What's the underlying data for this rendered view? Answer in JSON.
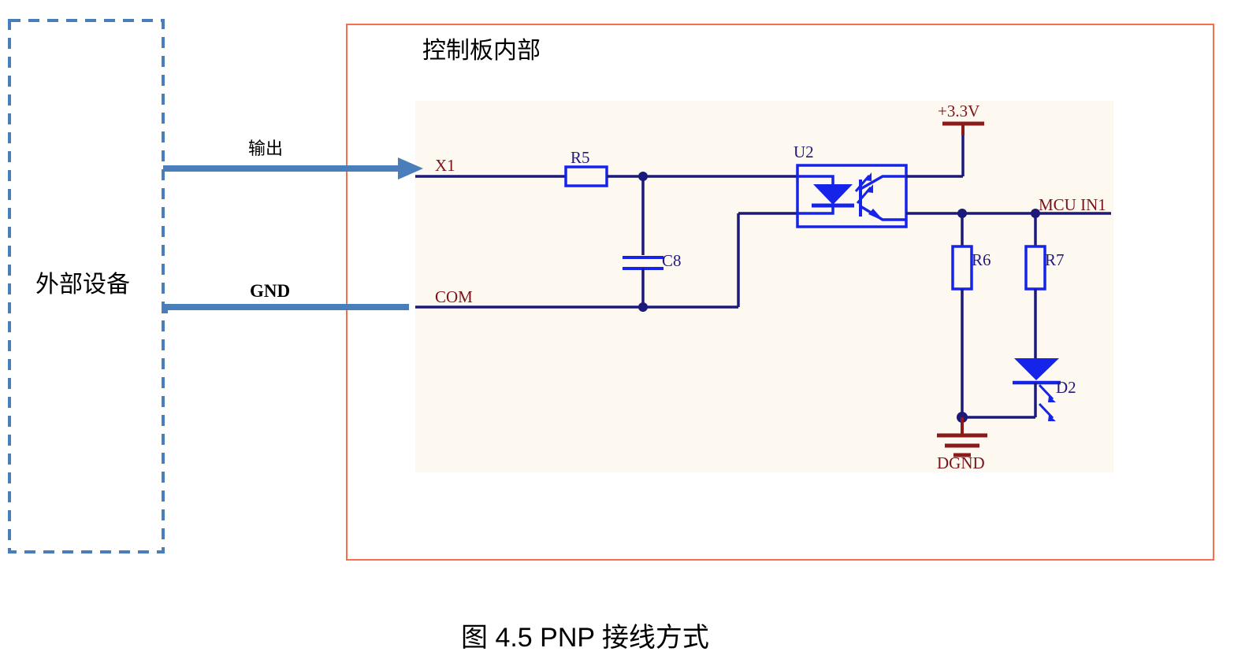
{
  "figure": {
    "caption": "图 4.5 PNP 接线方式",
    "panel_title": "控制板内部",
    "external_box_label": "外部设备",
    "colors": {
      "wire": "#1B1A7A",
      "symbol": "#1524E8",
      "net_label": "#7B1418",
      "ref_label": "#231A7A",
      "panel_border": "#F4714B",
      "panel_fill": "#FDF8F0",
      "dashed_box": "#4A7EBB",
      "arrow": "#4A7EBB",
      "ground": "#8B1A1A"
    }
  },
  "connections": {
    "output_arrow_label": "输出",
    "gnd_arrow_label": "GND"
  },
  "nets": {
    "x1": "X1",
    "com": "COM",
    "supply": "+3.3V",
    "mcu_in1": "MCU  IN1",
    "dgnd": "DGND"
  },
  "components": {
    "r5": "R5",
    "c8": "C8",
    "u2": "U2",
    "r6": "R6",
    "r7": "R7",
    "d2": "D2"
  }
}
